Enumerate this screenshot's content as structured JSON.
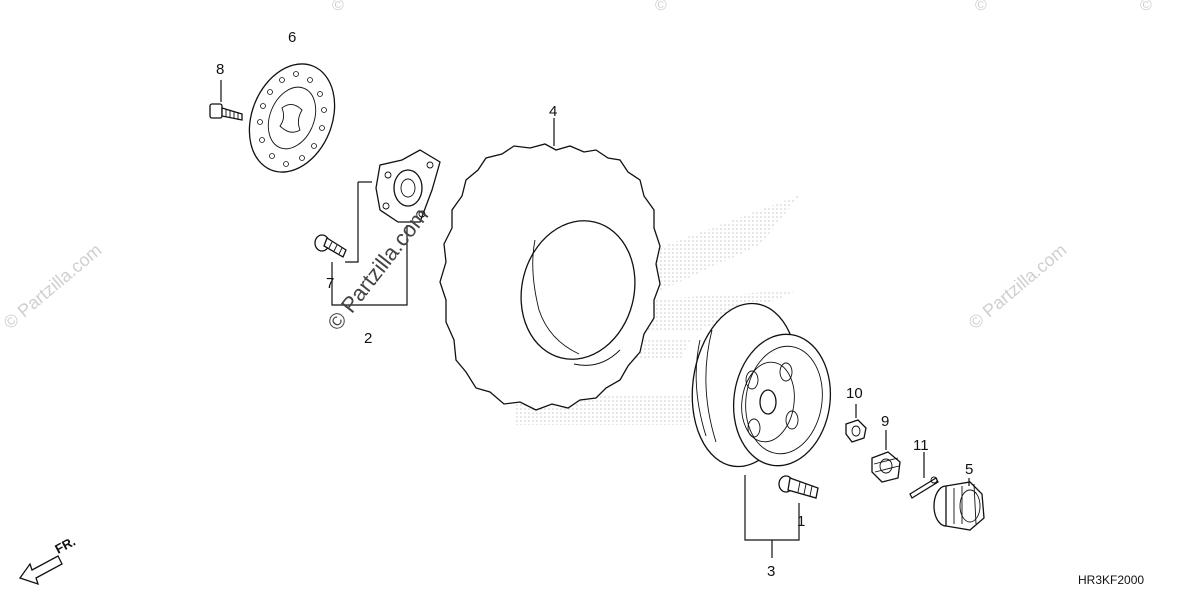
{
  "callouts": {
    "c1": "1",
    "c2": "2",
    "c3": "3",
    "c4": "4",
    "c5": "5",
    "c6": "6",
    "c7": "7",
    "c8": "8",
    "c9": "9",
    "c10": "10",
    "c11": "11"
  },
  "watermark": {
    "main": "© Partzilla.com",
    "left": "© Partzilla.com",
    "right": "© Partzilla.com",
    "top_marks": [
      "©",
      "©",
      "©",
      "©"
    ]
  },
  "direction_label": "FR.",
  "diagram_code": "HR3KF2000",
  "colors": {
    "ink": "#111111",
    "watermark": "#cfcfcf",
    "logo_halftone": "#c9c9c9"
  }
}
